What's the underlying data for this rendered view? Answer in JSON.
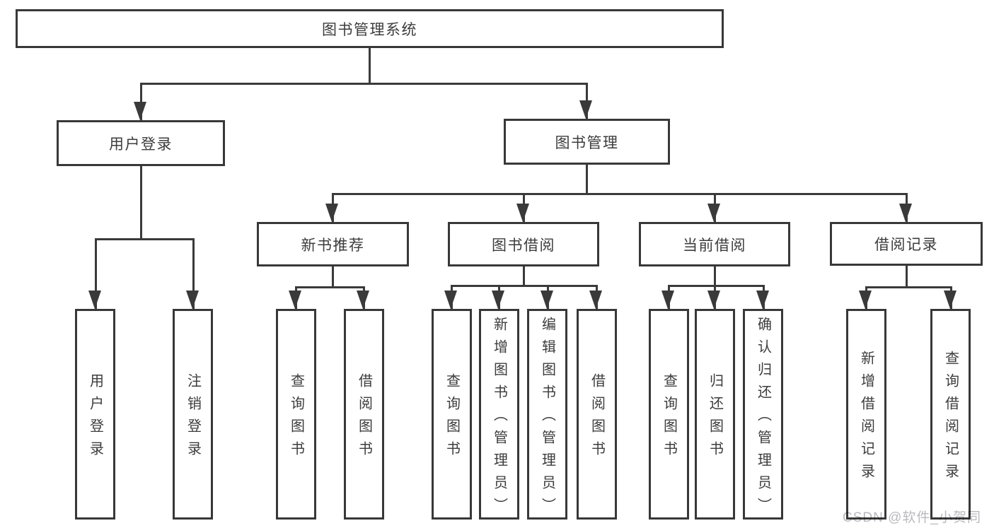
{
  "diagram": {
    "title": "图书管理系统",
    "watermark": "CSDN @软件_小贺同学",
    "colors": {
      "background": "#ffffff",
      "line": "#3a3a3a",
      "box_border": "#383838",
      "text": "#3c3c3c",
      "watermark_text": "#b9b9c0"
    },
    "nodes": [
      {
        "id": "root",
        "label": "图书管理系统",
        "level": 1,
        "parent": null,
        "text_direction": "horizontal"
      },
      {
        "id": "user-login",
        "label": "用户登录",
        "level": 2,
        "parent": "root",
        "text_direction": "horizontal"
      },
      {
        "id": "book-management",
        "label": "图书管理",
        "level": 2,
        "parent": "root",
        "text_direction": "horizontal"
      },
      {
        "id": "new-book-recommend",
        "label": "新书推荐",
        "level": 3,
        "parent": "book-management",
        "text_direction": "horizontal"
      },
      {
        "id": "book-borrowing",
        "label": "图书借阅",
        "level": 3,
        "parent": "book-management",
        "text_direction": "horizontal"
      },
      {
        "id": "current-borrowing",
        "label": "当前借阅",
        "level": 3,
        "parent": "book-management",
        "text_direction": "horizontal"
      },
      {
        "id": "borrowing-records",
        "label": "借阅记录",
        "level": 3,
        "parent": "book-management",
        "text_direction": "horizontal"
      },
      {
        "id": "leaf-user-login",
        "label": "用户登录",
        "level": 4,
        "parent": "user-login",
        "text_direction": "vertical"
      },
      {
        "id": "leaf-logout",
        "label": "注销登录",
        "level": 4,
        "parent": "user-login",
        "text_direction": "vertical"
      },
      {
        "id": "leaf-query-books-recommend",
        "label": "查询图书",
        "level": 4,
        "parent": "new-book-recommend",
        "text_direction": "vertical"
      },
      {
        "id": "leaf-borrow-books-recommend",
        "label": "借阅图书",
        "level": 4,
        "parent": "new-book-recommend",
        "text_direction": "vertical"
      },
      {
        "id": "leaf-query-books-borrowing",
        "label": "查询图书",
        "level": 4,
        "parent": "book-borrowing",
        "text_direction": "vertical"
      },
      {
        "id": "leaf-add-books-admin",
        "label": "新增图书（管理员）",
        "level": 4,
        "parent": "book-borrowing",
        "text_direction": "vertical"
      },
      {
        "id": "leaf-edit-books-admin",
        "label": "编辑图书（管理员）",
        "level": 4,
        "parent": "book-borrowing",
        "text_direction": "vertical"
      },
      {
        "id": "leaf-borrow-books",
        "label": "借阅图书",
        "level": 4,
        "parent": "book-borrowing",
        "text_direction": "vertical"
      },
      {
        "id": "leaf-query-books-current",
        "label": "查询图书",
        "level": 4,
        "parent": "current-borrowing",
        "text_direction": "vertical"
      },
      {
        "id": "leaf-return-books",
        "label": "归还图书",
        "level": 4,
        "parent": "current-borrowing",
        "text_direction": "vertical"
      },
      {
        "id": "leaf-confirm-return-admin",
        "label": "确认归还（管理员）",
        "level": 4,
        "parent": "current-borrowing",
        "text_direction": "vertical"
      },
      {
        "id": "leaf-add-borrow-record",
        "label": "新增借阅记录",
        "level": 4,
        "parent": "borrowing-records",
        "text_direction": "vertical"
      },
      {
        "id": "leaf-query-borrow-record",
        "label": "查询借阅记录",
        "level": 4,
        "parent": "borrowing-records",
        "text_direction": "vertical"
      }
    ]
  }
}
